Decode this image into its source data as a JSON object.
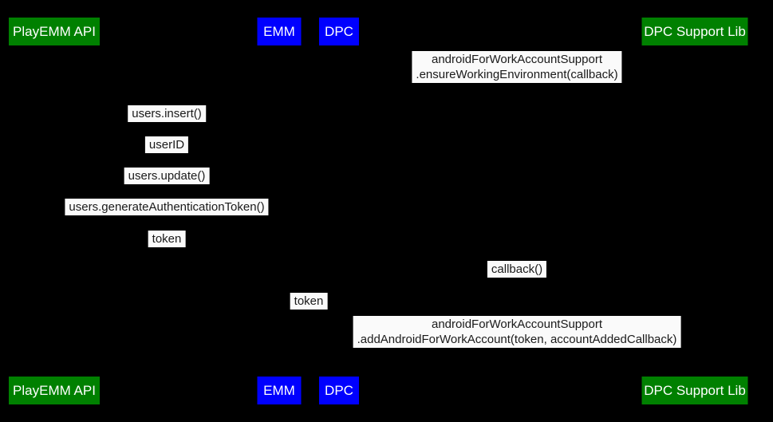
{
  "diagram": {
    "type": "sequence",
    "colors": {
      "background": "#000000",
      "actor_green": "#008000",
      "actor_blue": "#0000ff",
      "actor_text": "#ffffff",
      "message_bg": "#fafafa",
      "message_text": "#1a1a1a"
    },
    "actors": [
      {
        "label": "PlayEMM API",
        "color": "#008000"
      },
      {
        "label": "EMM",
        "color": "#0000ff"
      },
      {
        "label": "DPC",
        "color": "#0000ff"
      },
      {
        "label": "DPC Support Lib",
        "color": "#008000"
      }
    ],
    "messages": [
      {
        "line1": "androidForWorkAccountSupport",
        "line2": ".ensureWorkingEnvironment(callback)"
      },
      {
        "line1": "users.insert()"
      },
      {
        "line1": "userID"
      },
      {
        "line1": "users.update()"
      },
      {
        "line1": "users.generateAuthenticationToken()"
      },
      {
        "line1": "token"
      },
      {
        "line1": "callback()"
      },
      {
        "line1": "token"
      },
      {
        "line1": "androidForWorkAccountSupport",
        "line2": ".addAndroidForWorkAccount(token, accountAddedCallback)"
      }
    ]
  }
}
